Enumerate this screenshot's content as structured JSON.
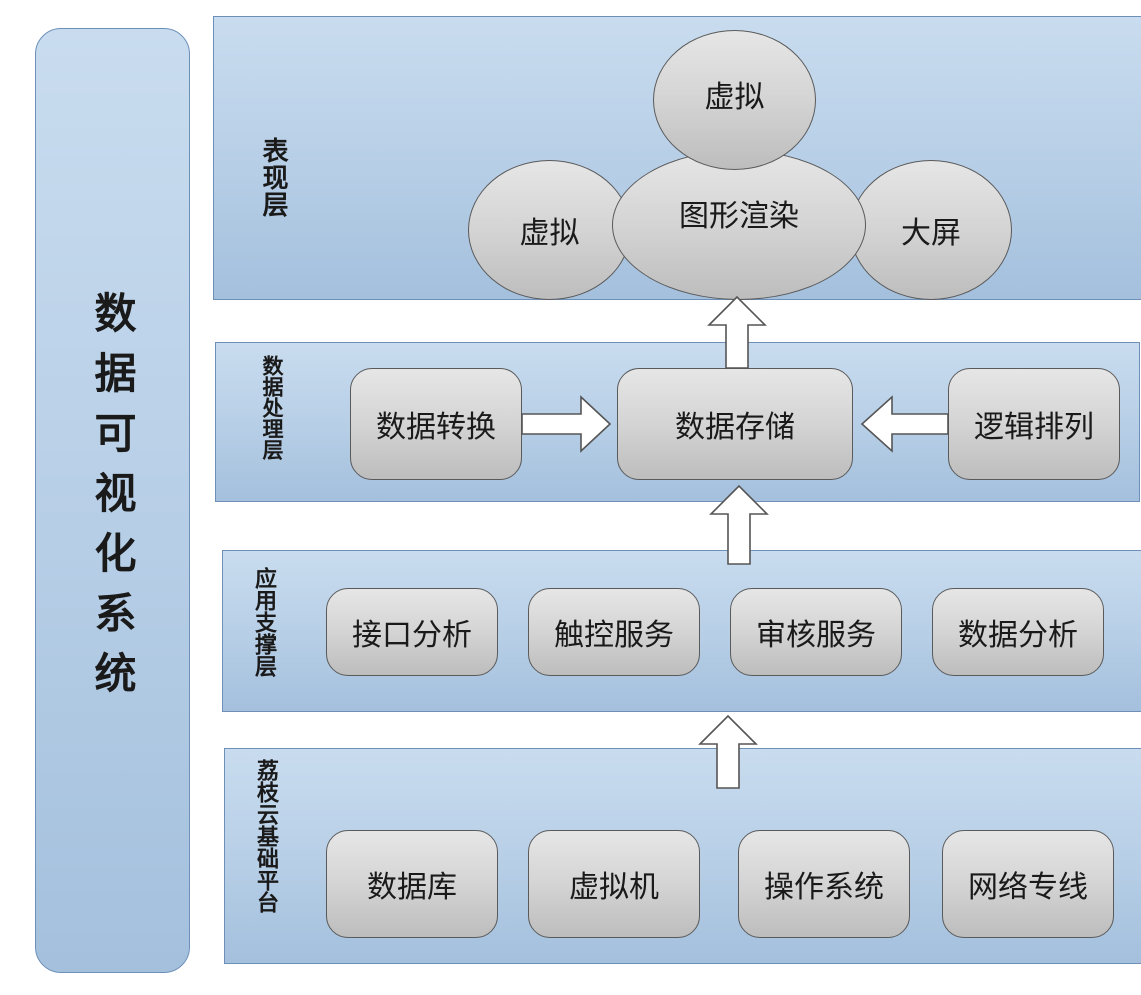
{
  "system_title": "数据可视化系统",
  "layers": {
    "presentation": {
      "label": "表现层",
      "nodes": {
        "top": "虚拟",
        "center": "图形渲染",
        "left": "虚拟",
        "right": "大屏"
      }
    },
    "processing": {
      "label": "数据处理层",
      "nodes": {
        "left": "数据转换",
        "center": "数据存储",
        "right": "逻辑排列"
      }
    },
    "support": {
      "label": "应用支撑层",
      "nodes": [
        "接口分析",
        "触控服务",
        "审核服务",
        "数据分析"
      ]
    },
    "platform": {
      "label": "荔枝云基础平台",
      "nodes": [
        "数据库",
        "虚拟机",
        "操作系统",
        "网络专线"
      ]
    }
  },
  "colors": {
    "layer_fill": "#b6cee6",
    "layer_border": "#6e90b8",
    "node_fill": "#d4d4d4",
    "node_border": "#5a5a5a",
    "arrow_fill": "#ffffff",
    "arrow_stroke": "#555555"
  }
}
